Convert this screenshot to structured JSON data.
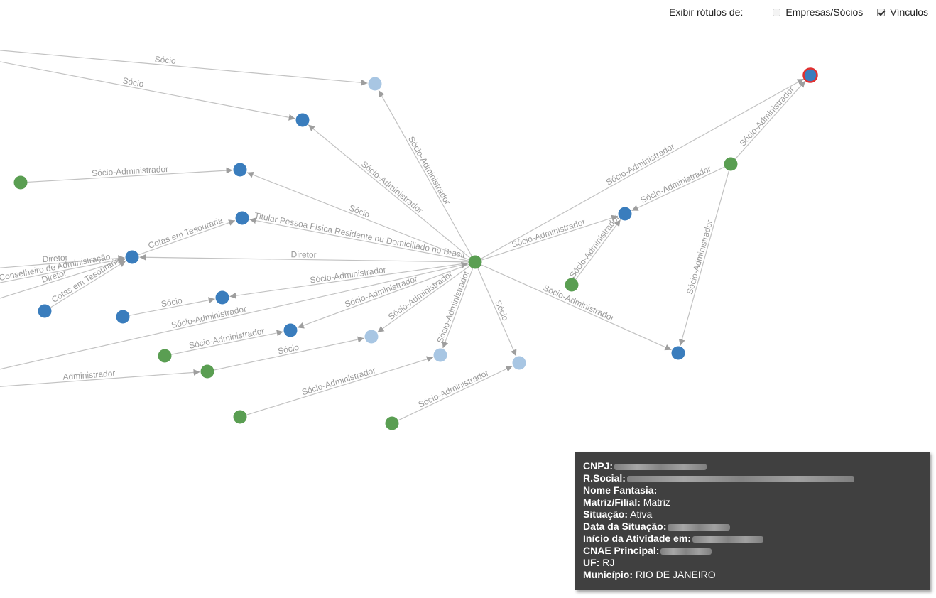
{
  "controls": {
    "title": "Exibir rótulos de:",
    "options": [
      {
        "label": "Empresas/Sócios",
        "checked": false
      },
      {
        "label": "Vínculos",
        "checked": true
      }
    ]
  },
  "colors": {
    "company": "#3a7dbd",
    "company_light": "#a8c6e3",
    "person": "#5a9e52",
    "edge": "#c2c2c2",
    "label": "#9a9a9a",
    "selected_stroke": "#e03030"
  },
  "graph": {
    "nodes": [
      {
        "id": "hub",
        "type": "person"
      },
      {
        "id": "n528",
        "type": "company_light"
      },
      {
        "id": "n426",
        "type": "company"
      },
      {
        "id": "n338",
        "type": "company"
      },
      {
        "id": "n341",
        "type": "company"
      },
      {
        "id": "n186",
        "type": "company"
      },
      {
        "id": "n313",
        "type": "company"
      },
      {
        "id": "n409",
        "type": "company"
      },
      {
        "id": "n523",
        "type": "company_light"
      },
      {
        "id": "n620",
        "type": "company_light"
      },
      {
        "id": "n731",
        "type": "company_light"
      },
      {
        "id": "n955",
        "type": "company"
      },
      {
        "id": "n880",
        "type": "company"
      },
      {
        "id": "n1141",
        "type": "company",
        "selected": true
      },
      {
        "id": "p1029",
        "type": "person"
      },
      {
        "id": "p805",
        "type": "person"
      },
      {
        "id": "p29",
        "type": "person"
      },
      {
        "id": "p63",
        "type": "company"
      },
      {
        "id": "p173",
        "type": "company"
      },
      {
        "id": "p232",
        "type": "person"
      },
      {
        "id": "p292",
        "type": "person"
      },
      {
        "id": "p338",
        "type": "person"
      },
      {
        "id": "p552",
        "type": "person"
      }
    ],
    "edges": [
      {
        "from": "hub",
        "to": "n528",
        "label": "Sócio-Administrador"
      },
      {
        "from": "hub",
        "to": "n426",
        "label": "Sócio-Administrador"
      },
      {
        "from": "hub",
        "to": "n338",
        "label": "Sócio"
      },
      {
        "from": "hub",
        "to": "n341",
        "label": "Titular Pessoa Física Residente ou Domiciliado no Brasil"
      },
      {
        "from": "hub",
        "to": "n186",
        "label": "Diretor"
      },
      {
        "from": "hub",
        "to": "n313",
        "label": "Sócio-Administrador"
      },
      {
        "from": "hub",
        "to": "n409",
        "label": "Sócio-Administrador"
      },
      {
        "from": "hub",
        "to": "n523",
        "label": "Sócio-Administrador"
      },
      {
        "from": "hub",
        "to": "n620",
        "label": "Sócio-Administrador"
      },
      {
        "from": "hub",
        "to": "n731",
        "label": "Sócio"
      },
      {
        "from": "hub",
        "to": "n955",
        "label": "Sócio-Administrador"
      },
      {
        "from": "hub",
        "to": "n880",
        "label": "Sócio-Administrador"
      },
      {
        "from": "hub",
        "to": "n1141",
        "label": "Sócio-Administrador"
      },
      {
        "from": "p1029",
        "to": "n1141",
        "label": "Sócio-Administrador"
      },
      {
        "from": "p1029",
        "to": "n880",
        "label": "Sócio-Administrador"
      },
      {
        "from": "p1029",
        "to": "n955",
        "label": "Sócio-Administrador"
      },
      {
        "from": "p805",
        "to": "n880",
        "label": "Sócio-Administrador"
      },
      {
        "from": "p29",
        "to": "n338",
        "label": "Sócio-Administrador"
      },
      {
        "from": "p63",
        "to": "n186",
        "label": "Cotas em Tesouraria"
      },
      {
        "from": "n186",
        "to": "n341",
        "label": "Cotas em Tesouraria"
      },
      {
        "from": "p173",
        "to": "n313",
        "label": "Sócio"
      },
      {
        "from": "p232",
        "to": "n409",
        "label": "Sócio-Administrador"
      },
      {
        "from": "p292",
        "to": "n523",
        "label": "Sócio"
      },
      {
        "from": "p338",
        "to": "n620",
        "label": "Sócio-Administrador"
      },
      {
        "from": "p552",
        "to": "n731",
        "label": "Sócio-Administrador"
      },
      {
        "from": "off1",
        "to": "n528",
        "label": "Sócio"
      },
      {
        "from": "off2",
        "to": "n426",
        "label": "Sócio"
      },
      {
        "from": "off3",
        "to": "n186",
        "label": "Diretor"
      },
      {
        "from": "off4",
        "to": "n186",
        "label": "Conselheiro de Administração"
      },
      {
        "from": "off5",
        "to": "n186",
        "label": "Diretor"
      },
      {
        "from": "off6",
        "to": "hub",
        "label": "Sócio-Administrador"
      },
      {
        "from": "off7",
        "to": "p292",
        "label": "Administrador"
      }
    ]
  },
  "tooltip": {
    "rows": [
      {
        "key": "CNPJ:",
        "value": "",
        "redacted": true
      },
      {
        "key": "R.Social:",
        "value": "",
        "redacted": true
      },
      {
        "key": "Nome Fantasia:",
        "value": ""
      },
      {
        "key": "Matriz/Filial:",
        "value": "Matriz"
      },
      {
        "key": "Situação:",
        "value": "Ativa"
      },
      {
        "key": "Data da Situação:",
        "value": "",
        "redacted": true
      },
      {
        "key": "Início da Atividade em:",
        "value": "",
        "redacted": true
      },
      {
        "key": "CNAE Principal:",
        "value": "",
        "redacted": true
      },
      {
        "key": "UF:",
        "value": "RJ"
      },
      {
        "key": "Município:",
        "value": "RIO DE JANEIRO"
      }
    ]
  }
}
